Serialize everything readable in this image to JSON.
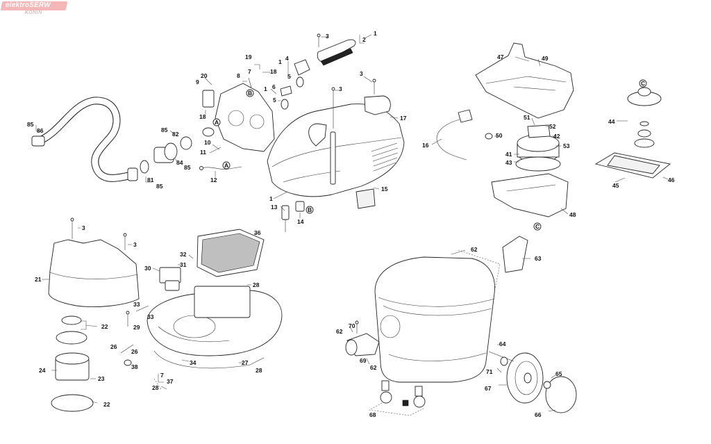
{
  "watermark": {
    "brand": "elektroSERW",
    "city": "KONIN"
  },
  "diagram_labels": [
    {
      "id": "t1",
      "text": "1"
    },
    {
      "id": "t2",
      "text": "2"
    },
    {
      "id": "t3a",
      "text": "3"
    },
    {
      "id": "t4",
      "text": "4"
    },
    {
      "id": "t5a",
      "text": "5"
    },
    {
      "id": "t1b",
      "text": "1"
    },
    {
      "id": "t19",
      "text": "19"
    },
    {
      "id": "t18a",
      "text": "18"
    },
    {
      "id": "t7a",
      "text": "7"
    },
    {
      "id": "t20",
      "text": "20"
    },
    {
      "id": "t8",
      "text": "8"
    },
    {
      "id": "t9",
      "text": "9"
    },
    {
      "id": "t1c",
      "text": "1"
    },
    {
      "id": "t6",
      "text": "6"
    },
    {
      "id": "t5b",
      "text": "5"
    },
    {
      "id": "t3b",
      "text": "3"
    },
    {
      "id": "t3c",
      "text": "3"
    },
    {
      "id": "t17",
      "text": "17"
    },
    {
      "id": "t18b",
      "text": "18"
    },
    {
      "id": "t10",
      "text": "10"
    },
    {
      "id": "t11",
      "text": "11"
    },
    {
      "id": "t12",
      "text": "12"
    },
    {
      "id": "t1d",
      "text": "1"
    },
    {
      "id": "t13",
      "text": "13"
    },
    {
      "id": "t14",
      "text": "14"
    },
    {
      "id": "t15",
      "text": "15"
    },
    {
      "id": "t85a",
      "text": "85"
    },
    {
      "id": "t86",
      "text": "86"
    },
    {
      "id": "t85b",
      "text": "85"
    },
    {
      "id": "t82",
      "text": "82"
    },
    {
      "id": "t84",
      "text": "84"
    },
    {
      "id": "t85c",
      "text": "85"
    },
    {
      "id": "t81",
      "text": "81"
    },
    {
      "id": "t85d",
      "text": "85"
    },
    {
      "id": "t47",
      "text": "47"
    },
    {
      "id": "t49",
      "text": "49"
    },
    {
      "id": "t51",
      "text": "51"
    },
    {
      "id": "t52",
      "text": "52"
    },
    {
      "id": "t50",
      "text": "50"
    },
    {
      "id": "t42",
      "text": "42"
    },
    {
      "id": "t53",
      "text": "53"
    },
    {
      "id": "t41",
      "text": "41"
    },
    {
      "id": "t43",
      "text": "43"
    },
    {
      "id": "t16",
      "text": "16"
    },
    {
      "id": "t48",
      "text": "48"
    },
    {
      "id": "t44",
      "text": "44"
    },
    {
      "id": "t45",
      "text": "45"
    },
    {
      "id": "t46",
      "text": "46"
    },
    {
      "id": "t3d",
      "text": "3"
    },
    {
      "id": "t3e",
      "text": "3"
    },
    {
      "id": "t21",
      "text": "21"
    },
    {
      "id": "t36",
      "text": "36"
    },
    {
      "id": "t32",
      "text": "32"
    },
    {
      "id": "t31",
      "text": "31"
    },
    {
      "id": "t30",
      "text": "30"
    },
    {
      "id": "t28a",
      "text": "28"
    },
    {
      "id": "t33a",
      "text": "33"
    },
    {
      "id": "t33b",
      "text": "33"
    },
    {
      "id": "t22a",
      "text": "22"
    },
    {
      "id": "t29",
      "text": "29"
    },
    {
      "id": "t26a",
      "text": "26"
    },
    {
      "id": "t26b",
      "text": "26"
    },
    {
      "id": "t38",
      "text": "38"
    },
    {
      "id": "t24",
      "text": "24"
    },
    {
      "id": "t23",
      "text": "23"
    },
    {
      "id": "t34",
      "text": "34"
    },
    {
      "id": "t27",
      "text": "27"
    },
    {
      "id": "t28b",
      "text": "28"
    },
    {
      "id": "t7b",
      "text": "7"
    },
    {
      "id": "t37",
      "text": "37"
    },
    {
      "id": "t28c",
      "text": "28"
    },
    {
      "id": "t22b",
      "text": "22"
    },
    {
      "id": "t62a",
      "text": "62"
    },
    {
      "id": "t63",
      "text": "63"
    },
    {
      "id": "t70",
      "text": "70"
    },
    {
      "id": "t62b",
      "text": "62"
    },
    {
      "id": "t69",
      "text": "69"
    },
    {
      "id": "t62c",
      "text": "62"
    },
    {
      "id": "t64",
      "text": "64"
    },
    {
      "id": "t71",
      "text": "71"
    },
    {
      "id": "t67",
      "text": "67"
    },
    {
      "id": "t65",
      "text": "65"
    },
    {
      "id": "t66",
      "text": "66"
    },
    {
      "id": "t68",
      "text": "68"
    }
  ],
  "callout_letters": {
    "a": "A",
    "b": "B",
    "c": "C"
  }
}
